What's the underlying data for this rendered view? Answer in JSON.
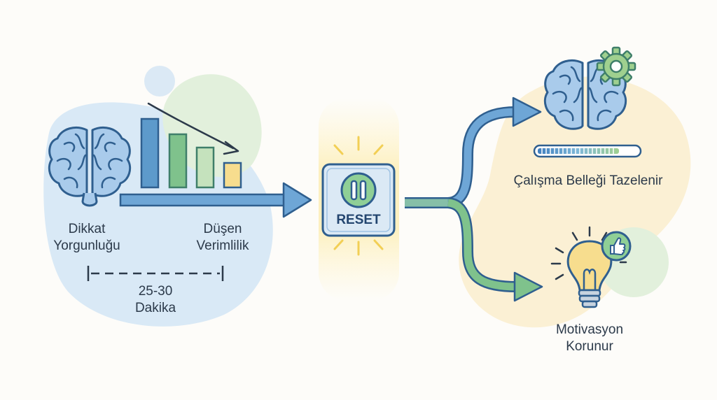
{
  "left": {
    "attention_line1": "Dikkat",
    "attention_line2": "Yorgunluğu",
    "efficiency_line1": "Düşen",
    "efficiency_line2": "Verimlilik",
    "duration_line1": "25-30",
    "duration_line2": "Dakika"
  },
  "center": {
    "button_label": "RESET"
  },
  "right": {
    "memory_label": "Çalışma Belleği Tazelenir",
    "motivation_line1": "Motivasyon",
    "motivation_line2": "Korunur"
  },
  "colors": {
    "blue_fill": "#a9cbeb",
    "blue_stroke": "#2f5f8f",
    "green_fill": "#a9d5a4",
    "yellow_fill": "#f7dd8e",
    "cream_blob": "#fbf0d4",
    "blue_blob": "#d9e9f6",
    "green_blob": "#e2f0dc"
  },
  "icons": {
    "left_brain": "brain-icon",
    "right_brain": "brain-icon",
    "gear": "gear-icon",
    "pause": "pause-icon",
    "bulb": "lightbulb-icon",
    "thumbs_up": "thumbs-up-icon"
  }
}
